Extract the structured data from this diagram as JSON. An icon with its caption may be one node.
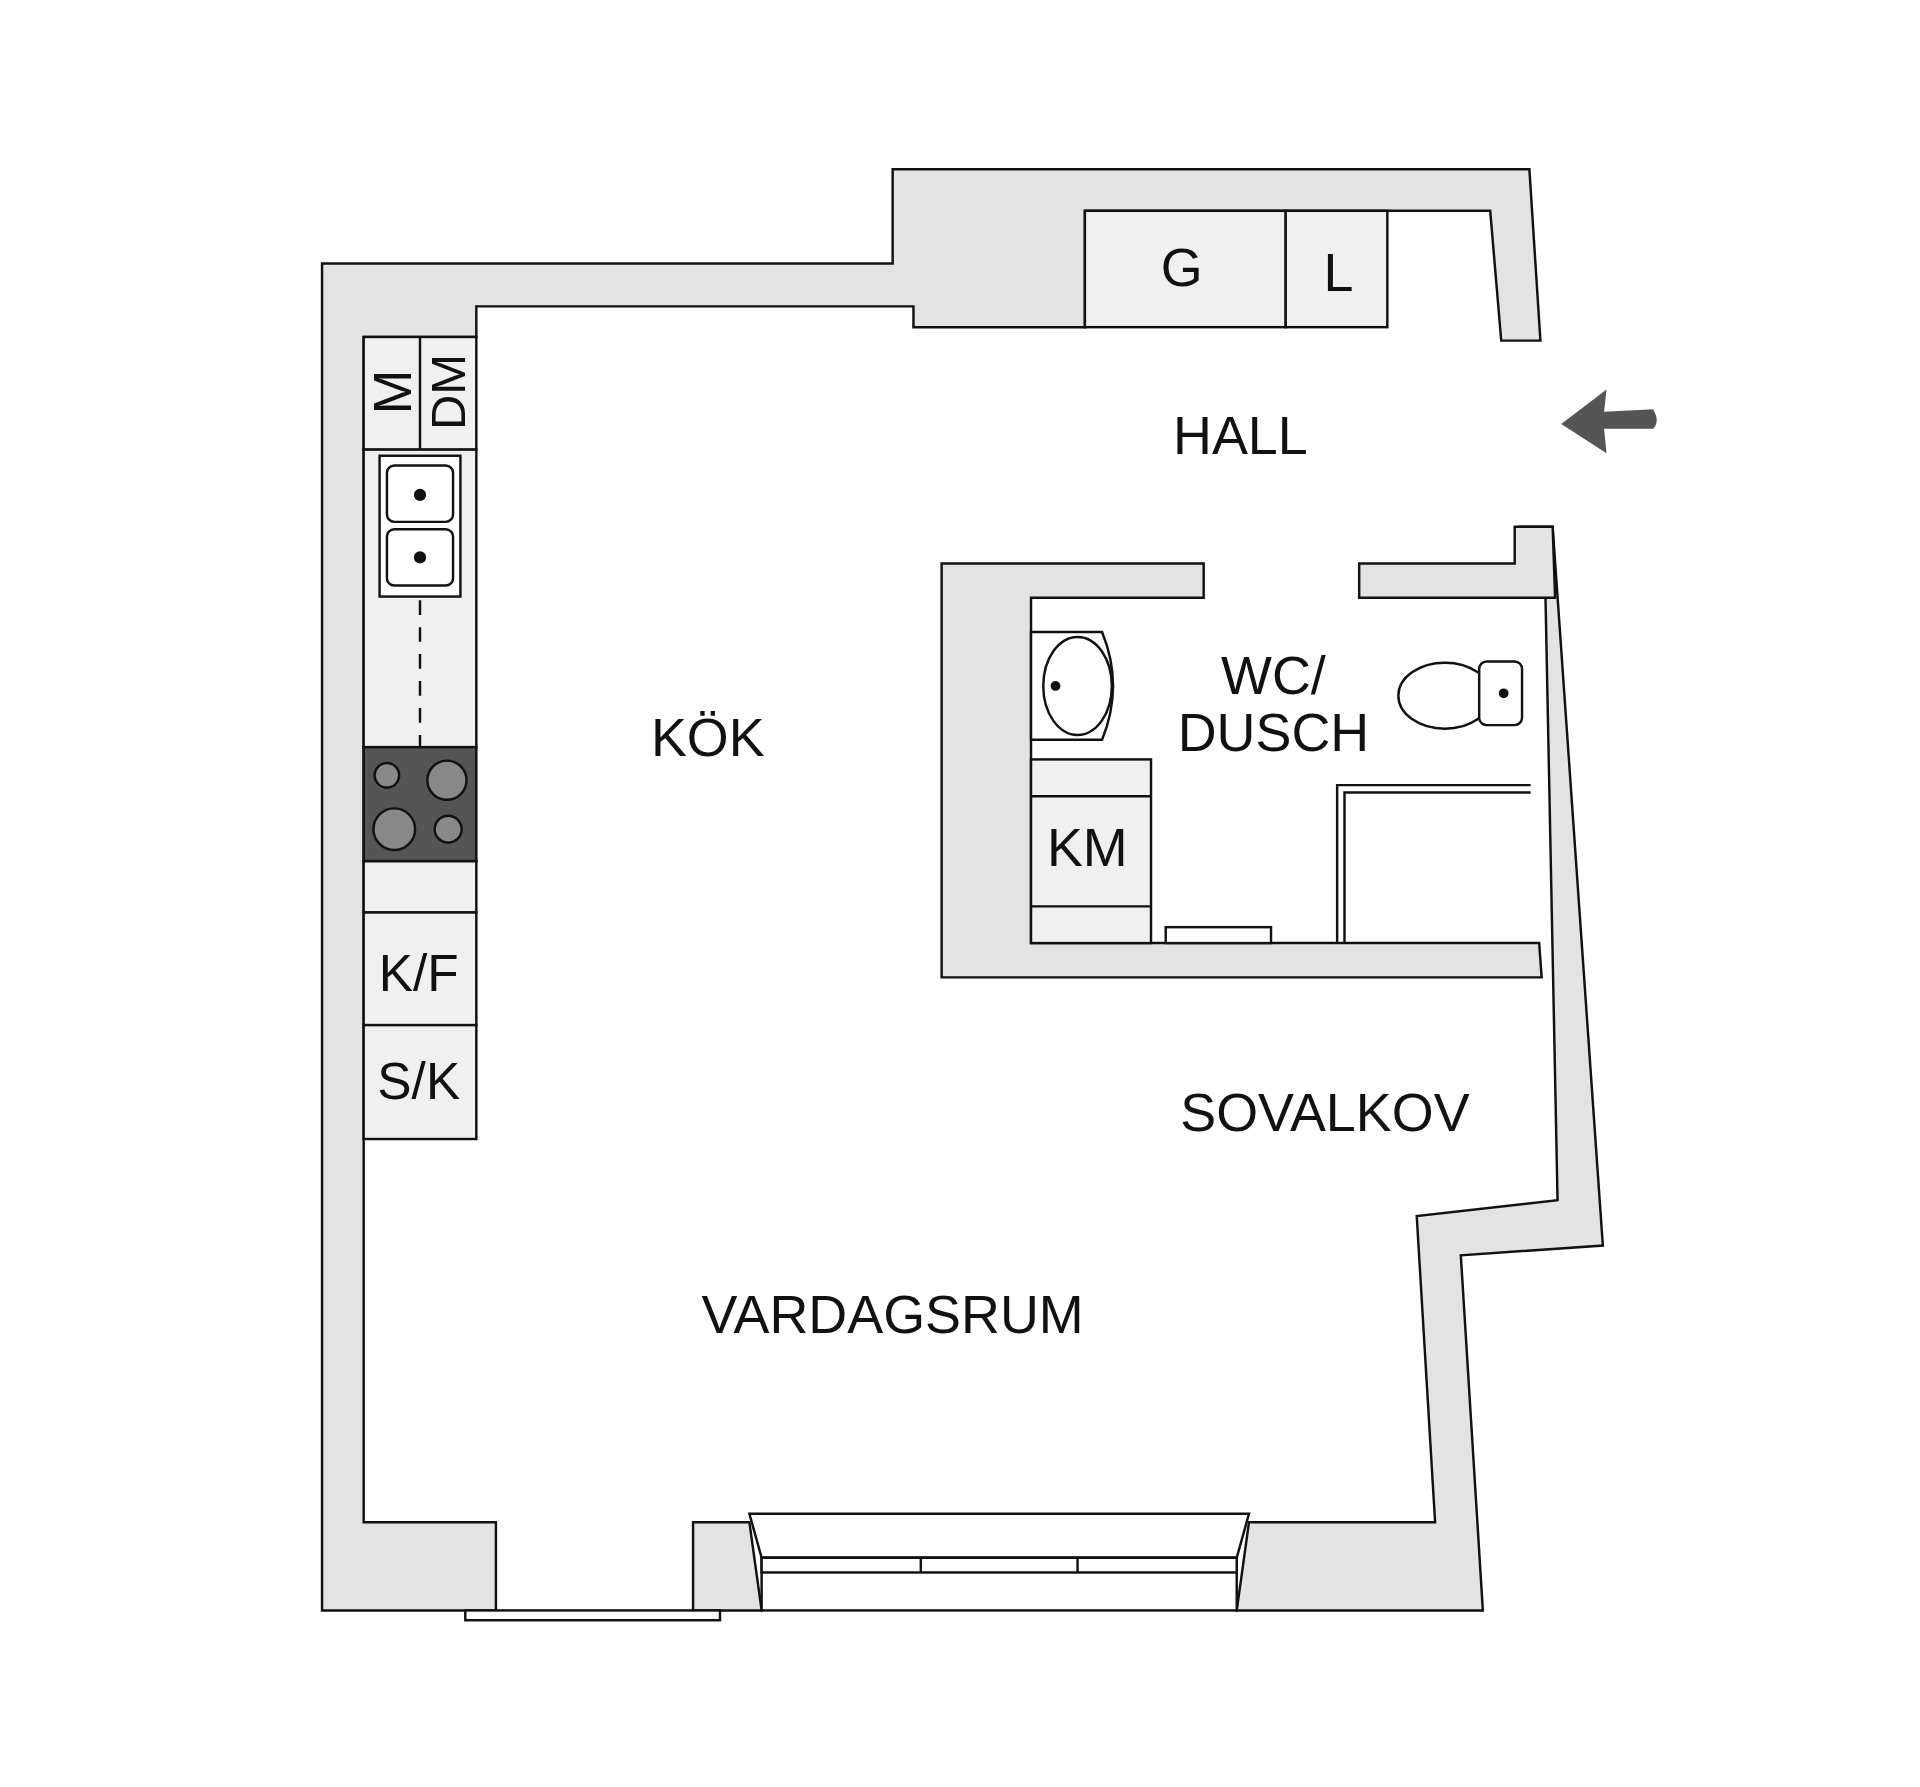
{
  "diagram": {
    "labels": [
      "G",
      "L",
      "M",
      "DM",
      "HALL",
      "WC/ DUSCH",
      "KÖK",
      "KM",
      "K/F",
      "S/K",
      "SOVALKOV",
      "VARDAGSRUM"
    ]
  }
}
